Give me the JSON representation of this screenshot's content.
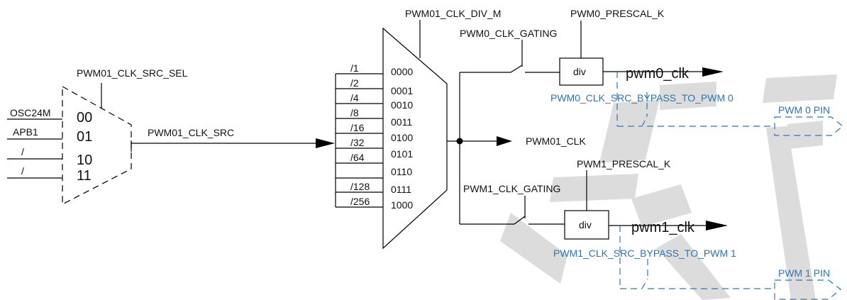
{
  "src_mux": {
    "select_label": "PWM01_CLK_SRC_SEL",
    "output_label": "PWM01_CLK_SRC",
    "inputs": [
      {
        "signal": "OSC24M",
        "code": "00"
      },
      {
        "signal": "APB1",
        "code": "01"
      },
      {
        "signal": "/",
        "code": "10"
      },
      {
        "signal": "/",
        "code": "11"
      }
    ]
  },
  "div_mux": {
    "select_label": "PWM01_CLK_DIV_M",
    "output_label": "PWM01_CLK",
    "rows": [
      {
        "ratio": "/1",
        "code": "0000"
      },
      {
        "ratio": "/2",
        "code": "0001"
      },
      {
        "ratio": "/4",
        "code": "0010"
      },
      {
        "ratio": "/8",
        "code": "0011"
      },
      {
        "ratio": "/16",
        "code": "0100"
      },
      {
        "ratio": "/32",
        "code": "0101"
      },
      {
        "ratio": "/64",
        "code": "0110"
      },
      {
        "ratio": "/128",
        "code": "0111"
      },
      {
        "ratio": "/256",
        "code": "1000"
      }
    ]
  },
  "ch0": {
    "prescal": "PWM0_PRESCAL_K",
    "gating": "PWM0_CLK_GATING",
    "div": "div",
    "clk": "pwm0_clk",
    "bypass": "PWM0_CLK_SRC_BYPASS_TO_PWM 0",
    "pin": "PWM 0 PIN"
  },
  "ch1": {
    "prescal": "PWM1_PRESCAL_K",
    "gating": "PWM1_CLK_GATING",
    "div": "div",
    "clk": "pwm1_clk",
    "bypass": "PWM1_CLK_SRC_BYPASS_TO_PWM 1",
    "pin": "PWM 1 PIN"
  },
  "colors": {
    "bypass": "#2e75b6",
    "watermark": "#dcdcdc"
  }
}
